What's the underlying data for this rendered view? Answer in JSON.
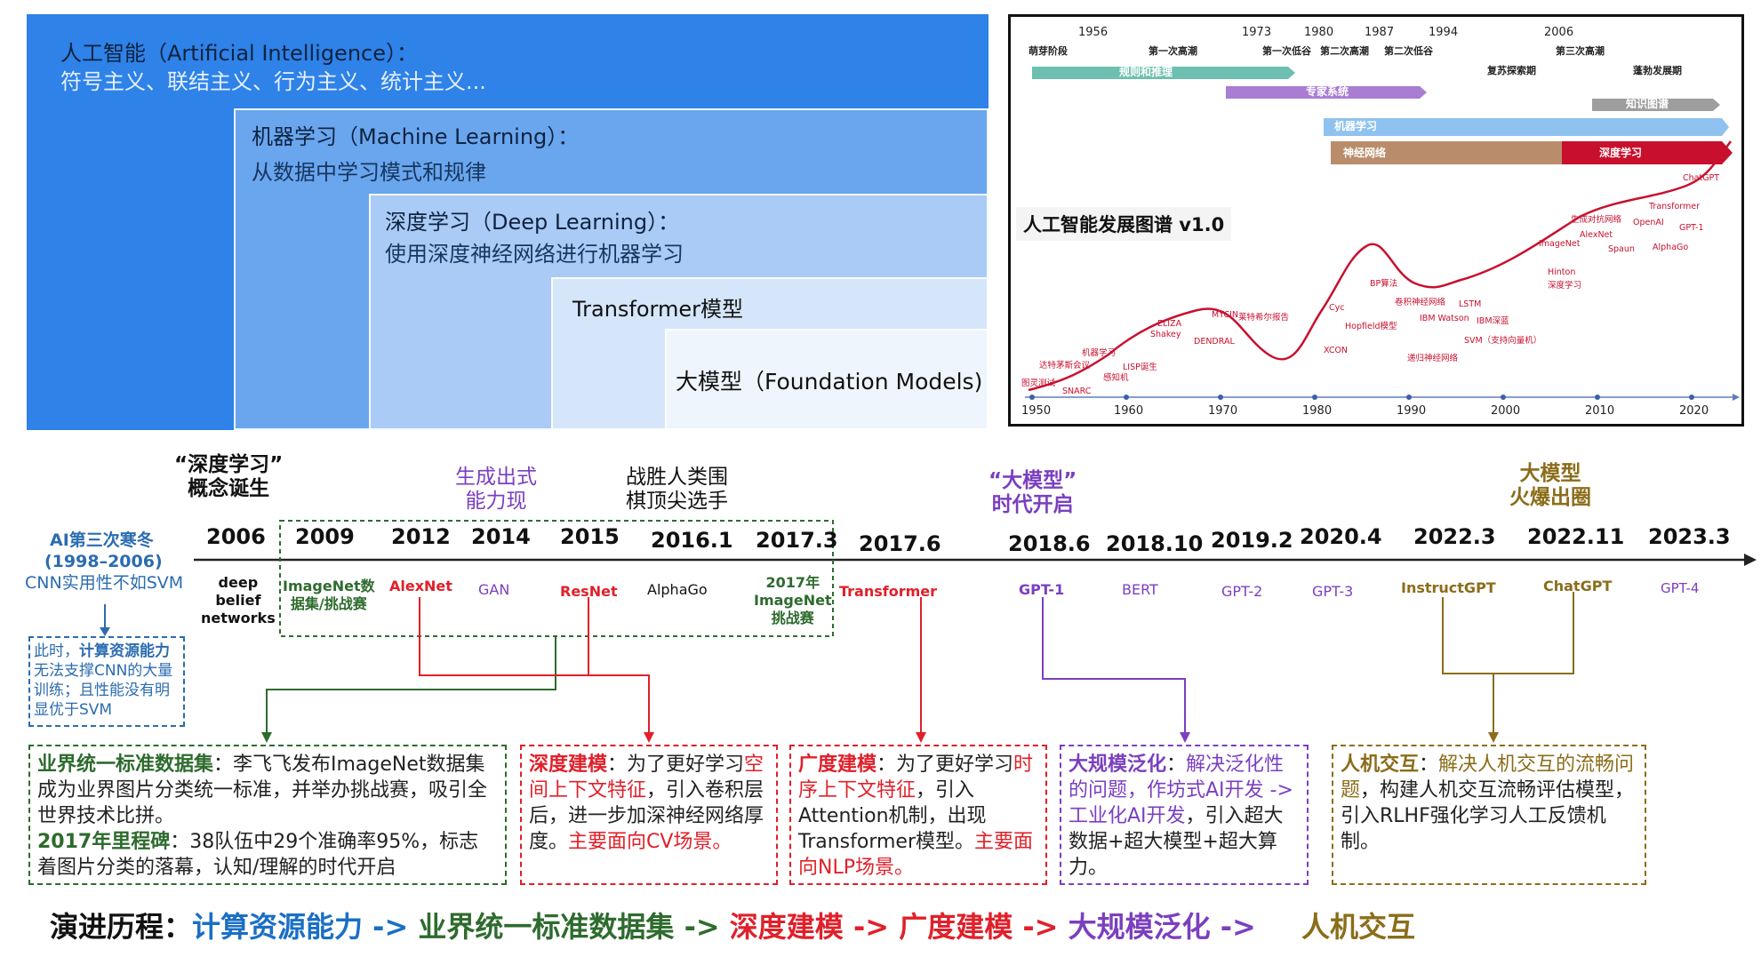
{
  "hierarchy": {
    "ai_title": "人工智能（Artificial Intelligence）：",
    "ai_desc": "符号主义、联结主义、行为主义、统计主义...",
    "ml_title": "机器学习（Machine Learning）：",
    "ml_desc": "从数据中学习模式和规律",
    "dl_title": "深度学习（Deep Learning）：",
    "dl_desc": "使用深度神经网络进行机器学习",
    "tf_title": "Transformer模型",
    "fm_title": "大模型（Foundation Models)"
  },
  "history_map": {
    "title": "人工智能发展图谱 v1.0",
    "top_years": [
      "1956",
      "1973",
      "1980",
      "1987",
      "1994",
      "2006"
    ],
    "eras": [
      "萌芽阶段",
      "第一次高潮",
      "第一次低谷",
      "第二次高潮",
      "第二次低谷",
      "复苏探索期",
      "第三次高潮",
      "蓬勃发展期"
    ],
    "bands": {
      "rules": "规则和推理",
      "expert": "专家系统",
      "kg": "知识图谱",
      "ml": "机器学习",
      "nn": "神经网络",
      "dl": "深度学习"
    },
    "events": [
      "图灵测试",
      "SNARC",
      "达特茅斯会议",
      "机器学习",
      "感知机",
      "LISP诞生",
      "ELIZA",
      "Shakey",
      "DENDRAL",
      "MYCIN",
      "莱特希尔报告",
      "XCON",
      "Cyc",
      "Hopfield模型",
      "BP算法",
      "卷积神经网络",
      "递归神经网络",
      "LSTM",
      "IBM Watson",
      "IBM深蓝",
      "SVM（支持向量机）",
      "Hinton",
      "深度学习",
      "ImageNet",
      "AlexNet",
      "生成对抗网络",
      "Spaun",
      "OpenAI",
      "Transformer",
      "AlphaGo",
      "GPT-1",
      "ChatGPT"
    ],
    "axis_years": [
      "1950",
      "1960",
      "1970",
      "1980",
      "1990",
      "2000",
      "2010",
      "2020"
    ],
    "colors": {
      "rules": "#6dbfb0",
      "expert": "#a87dd2",
      "kg": "#9e9e9e",
      "ml": "#8fc2ee",
      "nn": "#b98d6c",
      "dl": "#c8102e"
    }
  },
  "timeline": {
    "left_title": "AI第三次寒冬",
    "left_range": "(1998–2006)",
    "left_note": "CNN实用性不如SVM",
    "left_box_parts": [
      "此时，",
      "计算资源能力",
      "无法支撑CNN的大量训练；且性能没有明显优于SVM"
    ],
    "heads": {
      "dl_concept": "“深度学习”\n概念诞生",
      "gen": "生成出式\n能力现",
      "go": "战胜人类围\n棋顶尖选手",
      "big": "“大模型”\n时代开启",
      "boom": "大模型\n火爆出圈"
    },
    "years": [
      "2006",
      "2009",
      "2012",
      "2014",
      "2015",
      "2016.1",
      "2017.3",
      "2017.6",
      "2018.6",
      "2018.10",
      "2019.2",
      "2020.4",
      "2022.3",
      "2022.11",
      "2023.3"
    ],
    "labels": [
      "deep\nbelief\nnetworks",
      "ImageNet数\n据集/挑战赛",
      "AlexNet",
      "GAN",
      "ResNet",
      "AlphaGo",
      "2017年\nImageNet\n挑战赛",
      "Transformer",
      "GPT-1",
      "BERT",
      "GPT-2",
      "GPT-3",
      "InstructGPT",
      "ChatGPT",
      "GPT-4"
    ]
  },
  "cards": {
    "dataset": {
      "t1": "业界统一标准数据集",
      "t2": "：李飞飞发布ImageNet数据集成为业界图片分类统一标准，并举办挑战赛，吸引全世界技术比拼。",
      "t3": "2017年里程碑",
      "t4": "：38队伍中29个准确率95%，标志着图片分类的落幕，认知/理解的时代开启"
    },
    "depth": {
      "t1": "深度建模",
      "t2": "：为了更好学习",
      "t3": "空间上下文特征",
      "t4": "，引入卷积层后，进一步加深神经网络厚度。",
      "t5": "主要面向CV场景。"
    },
    "breadth": {
      "t1": "广度建模",
      "t2": "：为了更好学习",
      "t3": "时序上下文特征",
      "t4": "，引入Attention机制，出现Transformer模型。",
      "t5": "主要面向NLP场景。"
    },
    "general": {
      "t1": "大规模泛化",
      "t2": "：",
      "t3": "解决泛化性的问题，作坊式AI开发 -> 工业化AI开发",
      "t4": "，引入超大数据+超大模型+超大算力。"
    },
    "hci": {
      "t1": "人机交互",
      "t2": "：",
      "t3": "解决人机交互的流畅问题",
      "t4": "，构建人机交互流畅评估模型，引入RLHF强化学习人工反馈机制。"
    }
  },
  "flow": {
    "prefix": "演进历程：",
    "steps": [
      "计算资源能力",
      "业界统一标准数据集",
      "深度建模",
      "广度建模",
      "大规模泛化",
      "人机交互"
    ],
    "arrow": "->"
  }
}
